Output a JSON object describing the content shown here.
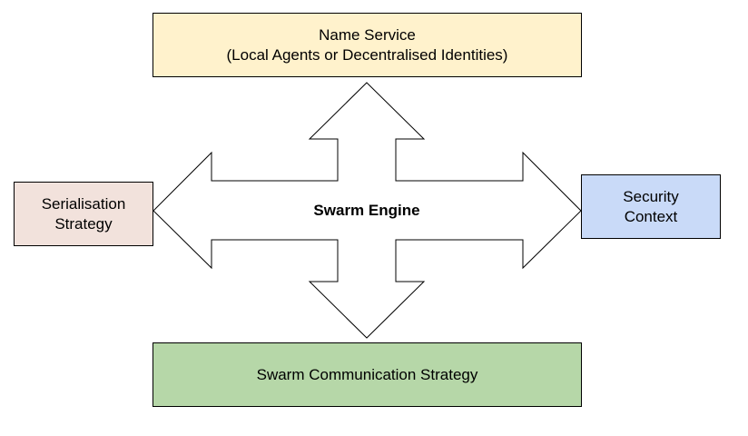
{
  "diagram": {
    "center": {
      "label": "Swarm Engine"
    },
    "top": {
      "line1": "Name Service",
      "line2": "(Local Agents or Decentralised Identities)",
      "fill": "#fff2cc"
    },
    "left": {
      "line1": "Serialisation",
      "line2": "Strategy",
      "fill": "#f2e2dc"
    },
    "right": {
      "line1": "Security",
      "line2": "Context",
      "fill": "#c9daf8"
    },
    "bottom": {
      "line1": "Swarm Communication Strategy",
      "fill": "#b6d7a8"
    },
    "arrow_fill": "#ffffff",
    "stroke": "#000000"
  }
}
